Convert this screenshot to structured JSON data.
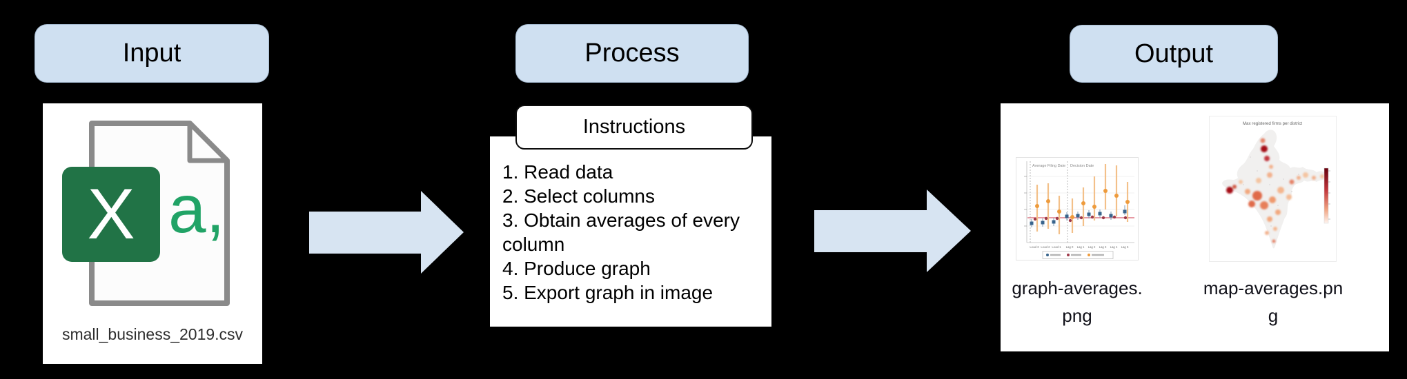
{
  "diagram": {
    "kind": "input-process-output flowchart",
    "background": "#000000"
  },
  "colors": {
    "header_fill": "#cfe0f1",
    "arrow_fill": "#d7e4f2",
    "panel_fill": "#ffffff",
    "excel_green": "#217346",
    "csv_glyph_green": "#21a366",
    "file_border_gray": "#8a8a8a",
    "zero_line_pink": "#e79aa4",
    "series_orange": "#ee9b3c",
    "series_blue": "#39648c",
    "series_red": "#9e3a4a"
  },
  "input": {
    "header": "Input",
    "file": {
      "icon_letter": "X",
      "icon_text": "a,",
      "filename": "small_business_2019.csv"
    }
  },
  "process": {
    "header": "Process",
    "instructions_title": "Instructions",
    "steps": [
      "1. Read data",
      "2. Select columns",
      "3. Obtain averages of every column",
      "4. Produce graph",
      "5. Export graph in image"
    ]
  },
  "output": {
    "header": "Output",
    "files": [
      {
        "name": "graph-averages.png",
        "label_line1": "graph-averages.",
        "label_line2": "png",
        "thumb": {
          "panel1": "Average Filing Date",
          "panel2": "Decision Date",
          "xticks": [
            "Lead 3",
            "Lead 2",
            "Lead 1",
            "Lag 0",
            "Lag 1",
            "Lag 2",
            "Lag 3",
            "Lag 4",
            "Lag 5"
          ]
        }
      },
      {
        "name": "map-averages.png",
        "label_line1": "map-averages.pn",
        "label_line2": "g",
        "thumb": {
          "title": "Max registered firms per district"
        }
      }
    ]
  }
}
